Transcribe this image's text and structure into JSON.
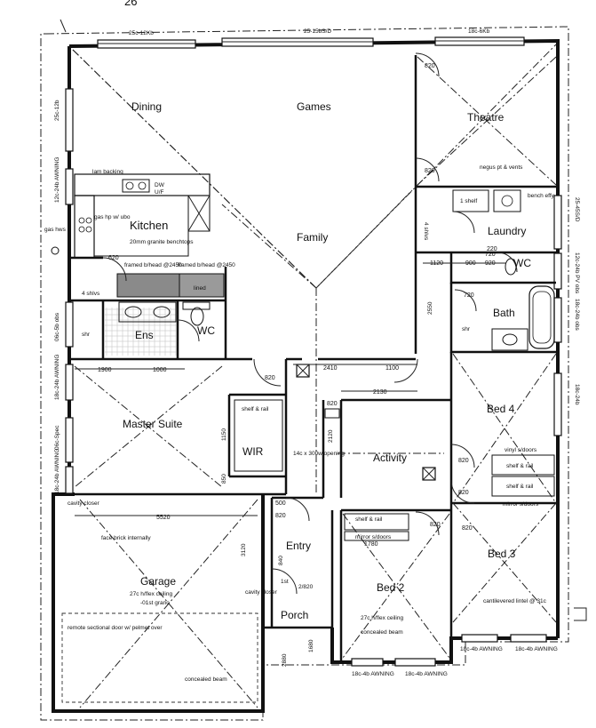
{
  "top_mark": "26",
  "rooms": {
    "dining": "Dining",
    "games": "Games",
    "theatre": "Theatre",
    "kitchen": "Kitchen",
    "family": "Family",
    "laundry": "Laundry",
    "ens": "Ens",
    "wc": "WC",
    "bath": "Bath",
    "master_suite": "Master Suite",
    "wir": "WIR",
    "bed4": "Bed 4",
    "activity": "Activity",
    "garage": "Garage",
    "entry": "Entry",
    "bed2": "Bed 2",
    "bed3": "Bed 3",
    "porch": "Porch",
    "wc_laundry": "WC"
  },
  "window_labels": {
    "top_left": "25c-12Kb",
    "top_mid": "25-15bS/D",
    "top_right": "18c-6Kb",
    "left_upper": "25c-12b",
    "left_awning": "12c-24b AWNING",
    "left_mid": "06c-5b obs",
    "left_awning2": "18c-24b AWNING",
    "left_spec": "06c-Spec",
    "left_lower_awning": "18c-24b AWNING",
    "right_upper": "25-45S/D",
    "right_pv": "12c-24b PV obs",
    "right_obs": "18c-24b obs",
    "right_bed4": "18c-24b",
    "bottom_awning1": "18c-4b AWNING",
    "bottom_awning2": "18c-4b AWNING",
    "bottom_awning3": "18c-4b AWNING",
    "bottom_awning4": "18c-4b AWNING"
  },
  "notes": {
    "lam_backing": "lam backing",
    "dw": "DW",
    "ufo": "U/F",
    "gas_hp": "gas hp w/ ubo",
    "granite": "20mm granite benchtops",
    "framed1": "framed b/head @2450",
    "framed2": "framed b/head @2450",
    "lined": "lined",
    "gas_hws": "gas hws",
    "four_shlvs": "4 shlvs",
    "four_shlvs_l": "4 shlvs",
    "shr_ens": "shr",
    "shr_bath": "shr",
    "negus": "negus pt & vents",
    "one_shelf": "1 shelf",
    "bench_effy": "bench effy",
    "shelf_rail_wir": "shelf & rail",
    "opening": "14c x 300w opening",
    "vinyl": "vinyl s/doors",
    "shelf_rail_b4a": "shelf & rail",
    "shelf_rail_b4b": "shelf & rail",
    "mirror_b4": "mirror s/doors",
    "cavity_closer1": "cavity closer",
    "cavity_closer2": "cavity closer",
    "face_brick": "face brick internally",
    "garage_ceiling": "27c h/flex ceiling",
    "garage_level": "-01st grano",
    "remote_door": "remote sectional door w/ pelmet over",
    "concealed_beam_g": "concealed beam",
    "shelf_rail_b2": "shelf & rail",
    "mirror_b2": "mirror s/doors",
    "bed2_ceiling": "27c h/flex ceiling",
    "concealed_beam_b2": "concealed beam",
    "cantilevered": "cantilevered lintel @ 31c",
    "step_1st": "1st",
    "entry_2a": "2/820"
  },
  "dimensions": {
    "d_820_games": "820",
    "d_820_theatre": "820",
    "d_620_kitchen": "620",
    "d_1900": "1900",
    "d_1000": "1000",
    "d_820_master": "820",
    "d_2410": "2410",
    "d_1100": "1100",
    "d_2130": "2130",
    "d_1120": "1120",
    "d_900": "900",
    "d_720": "720",
    "d_2550": "2550",
    "d_720_bath": "720",
    "d_1150": "1150",
    "d_850": "850",
    "d_2120": "2120",
    "d_820_act1": "820",
    "d_820_act2": "820",
    "d_820_bed4": "820",
    "d_820_bed4b": "820",
    "d_5520": "5520",
    "d_500": "500",
    "d_820_entry": "820",
    "d_3120": "3120",
    "d_840": "840",
    "d_1780": "1780",
    "d_2880": "2880",
    "d_1680": "1680",
    "d_820_b3": "820",
    "d_920": "920",
    "d_220": "220"
  }
}
